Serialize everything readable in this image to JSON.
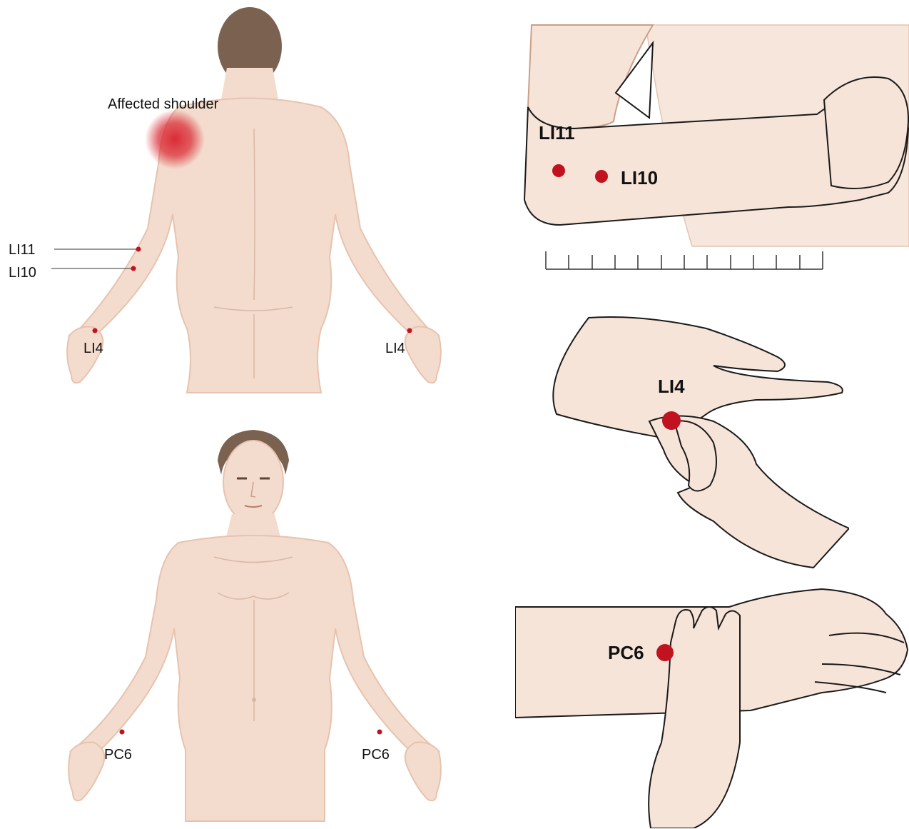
{
  "colors": {
    "skin": "#f3dccd",
    "skin_shade": "#e6c3ae",
    "skin_line": "#c9a08a",
    "hair": "#7b6250",
    "point": "#c1121f",
    "pain": "#d9232e",
    "ink": "#111111",
    "ruler": "#333333"
  },
  "back_view": {
    "affected_label": "Affected shoulder",
    "li11_label": "LI11",
    "li10_label": "LI10",
    "li4_left_label": "LI4",
    "li4_right_label": "LI4"
  },
  "front_view": {
    "pc6_left_label": "PC6",
    "pc6_right_label": "PC6"
  },
  "elbow_detail": {
    "li11_label": "LI11",
    "li10_label": "LI10",
    "ruler_ticks": 12
  },
  "hand_detail": {
    "li4_label": "LI4"
  },
  "wrist_detail": {
    "pc6_label": "PC6"
  }
}
